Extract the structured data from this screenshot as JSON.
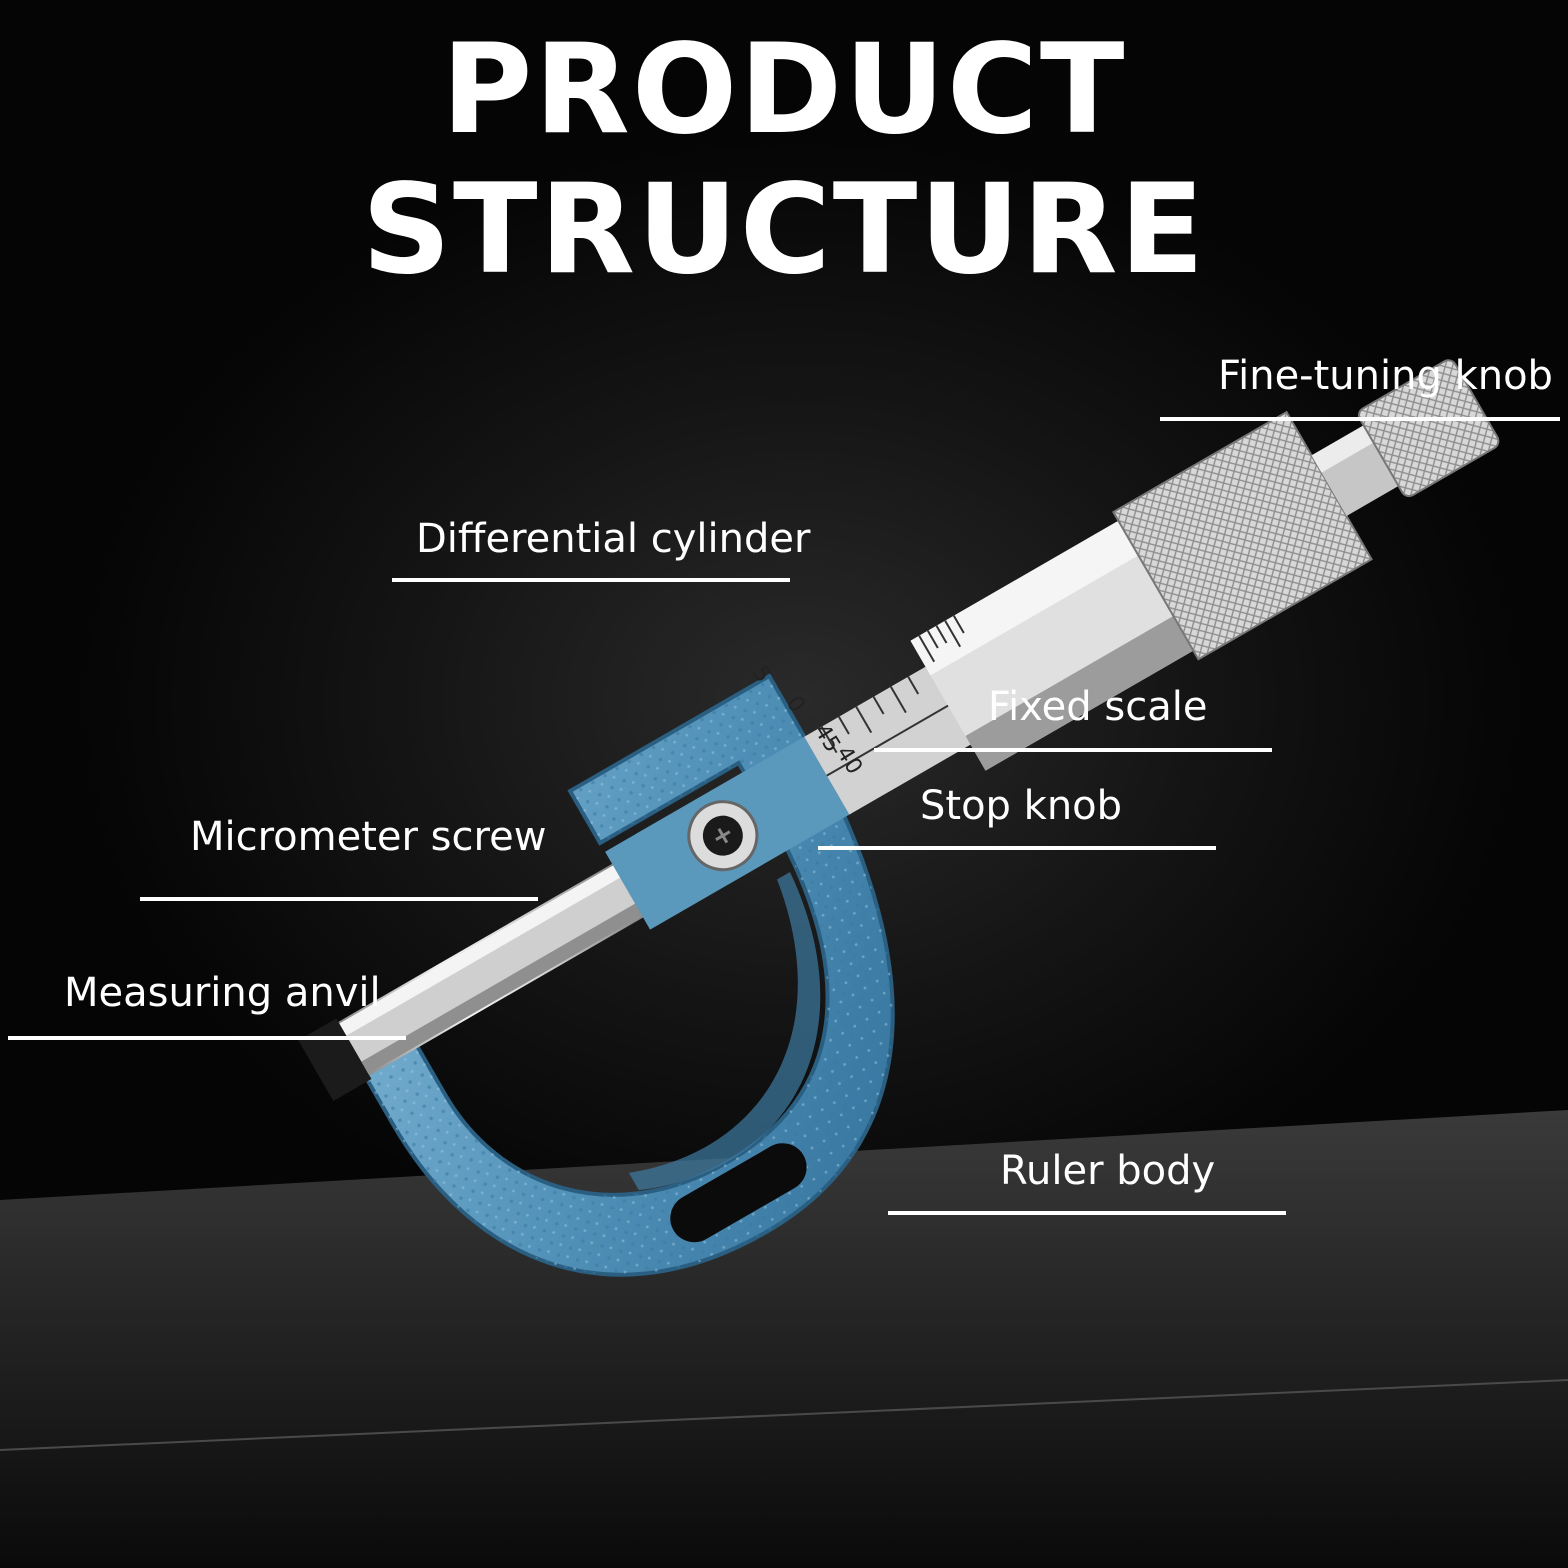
{
  "title": "PRODUCT STRUCTURE",
  "labels": {
    "fine_tuning_knob": "Fine-tuning knob",
    "differential_cylinder": "Differential cylinder",
    "fixed_scale": "Fixed scale",
    "stop_knob": "Stop knob",
    "micrometer_screw": "Micrometer screw",
    "measuring_anvil": "Measuring anvil",
    "ruler_body": "Ruler body"
  },
  "thimble_numbers": [
    "5",
    "0",
    "45",
    "40"
  ],
  "colors": {
    "background": "#050505",
    "text": "#ffffff",
    "frame_blue": "#5a98bc",
    "steel": "#c8c8c8"
  },
  "icons": [
    "screw-head-icon"
  ]
}
